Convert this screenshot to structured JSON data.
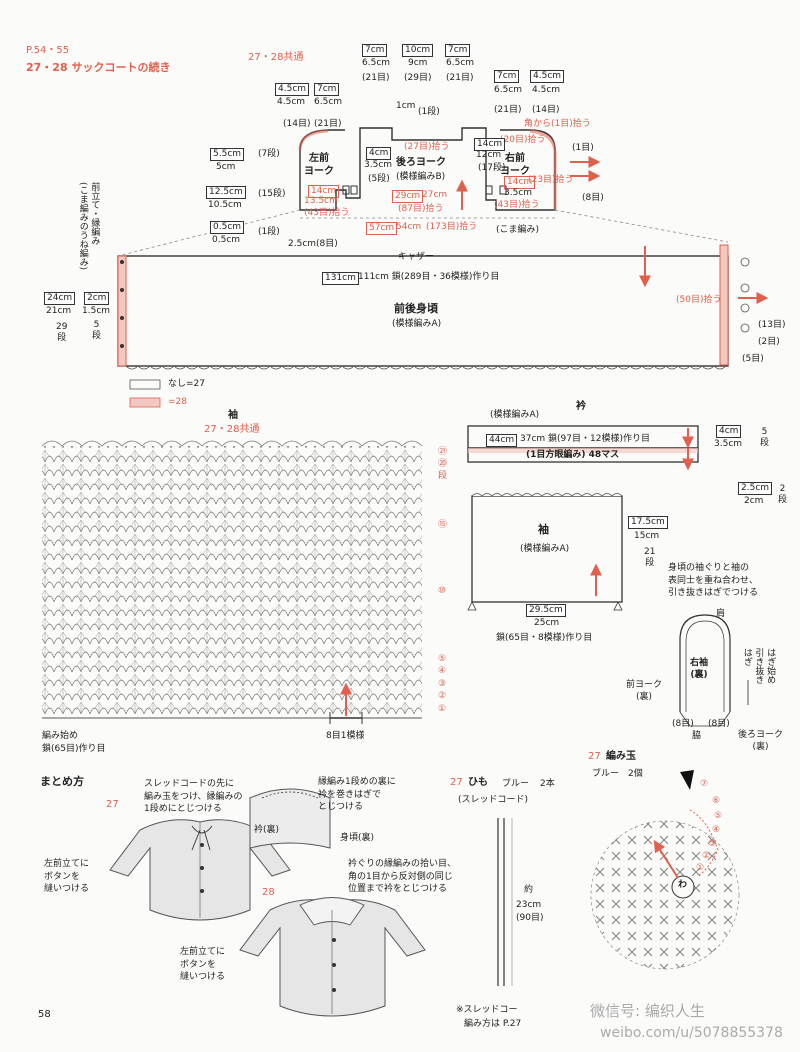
{
  "header": {
    "page_ref": "P.54・55",
    "title": "27・28 サックコートの続き",
    "common": "27・28共通"
  },
  "yoke": {
    "top": {
      "w1_a": "7cm",
      "w1_b": "6.5cm",
      "w1_c": "(21目)",
      "w2_a": "10cm",
      "w2_b": "9cm",
      "w2_c": "(29目)",
      "w3_a": "7cm",
      "w3_b": "6.5cm",
      "w3_c": "(21目)"
    },
    "left_shoulder": {
      "a1": "4.5cm",
      "a2": "4.5cm",
      "b1": "7cm",
      "b2": "6.5cm",
      "c1": "(14目)",
      "c2": "(21目)"
    },
    "right_shoulder": {
      "a1": "7cm",
      "a2": "6.5cm",
      "b1": "4.5cm",
      "b2": "4.5cm",
      "c1": "(21目)",
      "c2": "(14目)"
    },
    "neck": {
      "h": "1cm",
      "rows": "(1段)",
      "pick": "(27目)拾う"
    },
    "corner_pick": "角から(1目)拾う",
    "left_label": "左前\nヨーク",
    "back_label": "後ろヨーク",
    "back_pattern": "(模様編みB)",
    "right_label": "右前\nヨーク",
    "left_side": {
      "a1": "5.5cm",
      "a2": "5cm",
      "ar": "(7段)",
      "b1": "12.5cm",
      "b2": "10.5cm",
      "br": "(15段)",
      "c1": "0.5cm",
      "c2": "0.5cm",
      "cr": "(1段)"
    },
    "left_arm": {
      "a": "14cm",
      "b": "13.5cm",
      "c": "(43目)拾う"
    },
    "back_arm": {
      "a": "4cm",
      "b": "3.5cm",
      "c": "(5段)"
    },
    "back_pick": {
      "a": "29cm",
      "b": "27cm",
      "c": "(87目)拾う"
    },
    "right_arm_top": {
      "a": "(20目)拾う",
      "b": "14cm",
      "c": "12cm",
      "d": "(17段)"
    },
    "right_arm_low": {
      "a": "14cm",
      "b": "3.5cm",
      "c": "(43目)拾う",
      "d": "(23目)拾う"
    },
    "total_pick": {
      "a": "57cm",
      "b": "54cm",
      "c": "(173目)拾う"
    },
    "koma": "(こま編み)",
    "right_side": {
      "r1": "(1目)",
      "r2": "(8目)"
    },
    "gap": "2.5cm(8目)"
  },
  "front_band": "前立て・縁編み\n(こま編みのうね編み)",
  "body": {
    "gather": "キャザー",
    "width_a": "131cm",
    "width_b": "111cm 鎖(289目・36模様)作り目",
    "title": "前後身頃",
    "pattern": "(模様編みA)",
    "h1": "24cm",
    "h2": "21cm",
    "hr": "29\n段",
    "band1": "2cm",
    "band2": "1.5cm",
    "bandr": "5\n段",
    "pick_right": "(50目)拾う",
    "r13": "(13目)",
    "r2": "(2目)",
    "r5": "(5目)"
  },
  "legend": {
    "none": "なし=27",
    "with": "=28"
  },
  "sleeve_chart": {
    "title": "袖",
    "common": "27・28共通",
    "start": "編み始め\n鎖(65目)作り目",
    "repeat": "8目1模様",
    "rows_right": [
      "㉑",
      "⑳",
      "⑮",
      "⑩",
      "⑤",
      "④",
      "③",
      "②",
      "①"
    ],
    "rows_right_pink": [
      "段"
    ]
  },
  "collar": {
    "title": "衿",
    "pattern": "(模様編みA)",
    "w_a": "44cm",
    "w_b": "37cm 鎖(97目・12模様)作り目",
    "row2": "(1目方眼編み)  48マス",
    "h1": "4cm",
    "h2": "3.5cm",
    "hr": "5\n段",
    "b1": "2.5cm",
    "b2": "2cm",
    "br": "2\n段"
  },
  "sleeve": {
    "title": "袖",
    "pattern": "(模様編みA)",
    "h1": "17.5cm",
    "h2": "15cm",
    "hr": "21\n段",
    "w1": "29.5cm",
    "w2": "25cm",
    "chain": "鎖(65目・8模様)作り目"
  },
  "attach": {
    "note": "身頃の袖ぐりと袖の\n表同士を重ね合わせ、\n引き抜きはぎでつける",
    "shoulder": "肩",
    "right_sleeve": "右袖\n(裏)",
    "front_yoke": "前ヨーク\n(裏)",
    "back_yoke": "後ろヨーク\n(裏)",
    "hagi": "はぎ始め\n引き抜き\nはぎ",
    "side_left": "(8目)",
    "side_right": "(8目)",
    "side_label": "脇"
  },
  "matome": {
    "title": "まとめ方",
    "n27": "27",
    "n28": "28",
    "cord_note": "スレッドコードの先に\n編み玉をつけ、縁編みの\n1段めにとじつける",
    "collar_note": "縁編み1段めの裏に\n衿を巻きはぎで\nとじつける",
    "collar_label": "衿(裏)",
    "body_label": "身頃(裏)",
    "button27": "左前立てに\nボタンを\n縫いつける",
    "pick_note": "衿ぐりの縁編みの拾い目、\n角の1目から反対側の同じ\n位置まで衿をとじつける",
    "button28": "左前立てに\nボタンを\n縫いつける"
  },
  "himo": {
    "num": "27",
    "title": "ひも",
    "color": "ブルー",
    "count": "2本",
    "type": "(スレッドコード)",
    "len1": "約",
    "len2": "23cm",
    "len3": "(90目)",
    "note1": "※スレッドコー",
    "note2": "編み方は P.27"
  },
  "ball": {
    "num": "27",
    "title": "編み玉",
    "color": "ブルー",
    "count": "2個",
    "center": "わ",
    "rows": [
      "⑦",
      "⑥",
      "⑤",
      "④",
      "③",
      "②",
      "①"
    ]
  },
  "footer": {
    "page": "58",
    "watermark1": "微信号:   编织人生",
    "watermark2": "weibo.com/u/5078855378"
  }
}
